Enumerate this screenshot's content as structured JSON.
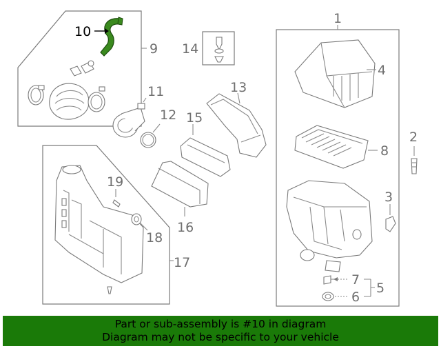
{
  "part_numbers": {
    "p1": "1",
    "p2": "2",
    "p3": "3",
    "p4": "4",
    "p5": "5",
    "p6": "6",
    "p7": "7",
    "p8": "8",
    "p9": "9",
    "p10": "10",
    "p11": "11",
    "p12": "12",
    "p13": "13",
    "p14": "14",
    "p15": "15",
    "p16": "16",
    "p17": "17",
    "p18": "18",
    "p19": "19"
  },
  "highlight_color": "#3a8a1e",
  "footer": {
    "line1": "Part or sub-assembly is #10 in diagram",
    "line2": "Diagram may not be specific to your vehicle",
    "background": "#1a7a08"
  }
}
